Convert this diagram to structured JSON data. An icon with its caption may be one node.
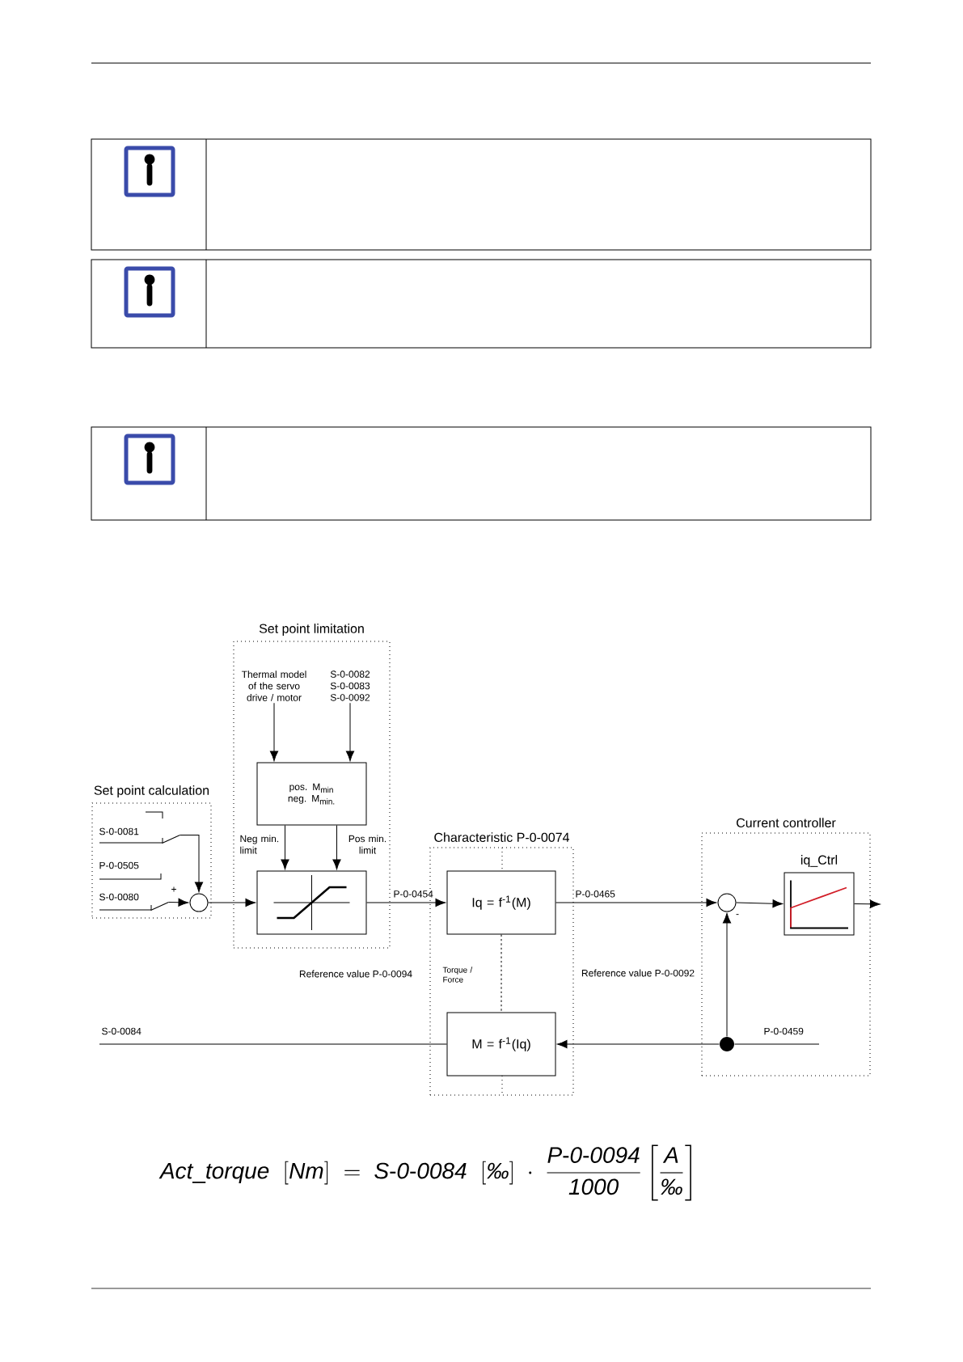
{
  "diagram": {
    "nodes": [
      {
        "text": [
          "Set point calculation"
        ]
      },
      {
        "text": [],
        "shape": "circle",
        "in": 0
      },
      {
        "text": [
          "Set point limitation"
        ]
      },
      {
        "text": [
          "Thermal model of the servo drive / motor"
        ],
        "in": 2
      },
      {
        "text": [
          "S-0-0082 S-0-0083 S-0-0092"
        ],
        "in": 2
      },
      {
        "text": [
          "pos. M$_{min}$ neg. M$_{min.}$"
        ],
        "in": 2
      },
      {
        "text": [],
        "shape": "box",
        "in": 2
      },
      {
        "text": [
          "Characteristic P-0-0074"
        ]
      },
      {
        "text": [
          "Iq = f$^{-1}$(M)"
        ],
        "in": 7
      },
      {
        "text": [
          "M = f$^{-1}$(Iq)"
        ],
        "in": 7
      },
      {
        "text": [
          "Current controller"
        ]
      },
      {
        "text": [],
        "shape": "circle",
        "in": 10
      },
      {
        "text": [
          "iq_Ctrl"
        ],
        "in": 10
      },
      {
        "text": [],
        "shape": "circle",
        "in": 10
      },
      {
        "text": [],
        "shape": "switch",
        "in": 0
      },
      {
        "text": [],
        "shape": "switch",
        "in": 0
      }
    ],
    "edges": [
      {
        "from": 14,
        "to": 1,
        "arrow": "to"
      },
      {
        "from": 15,
        "to": 1,
        "arrow": "to"
      },
      {
        "from": 1,
        "to": 6,
        "arrow": "to"
      },
      {
        "from": 3,
        "to": 5,
        "arrow": "to"
      },
      {
        "from": 4,
        "to": 5,
        "arrow": "to"
      },
      {
        "from": 5,
        "to": 6,
        "arrow": "to",
        "label": "Neg min. limit"
      },
      {
        "from": 5,
        "to": 6,
        "arrow": "to",
        "label": "Pos min. limit"
      },
      {
        "from": 6,
        "to": 8,
        "arrow": "to",
        "label": "P-0-0454"
      },
      {
        "from": 8,
        "to": 11,
        "arrow": "to",
        "label": "P-0-0465"
      },
      {
        "from": 8,
        "to": 9,
        "arrow": "none",
        "style": "dashed"
      },
      {
        "from": 11,
        "to": 12,
        "arrow": "to"
      },
      {
        "from": 12,
        "to": null,
        "arrow": "to"
      },
      {
        "from": 13,
        "to": 11,
        "arrow": "to"
      },
      {
        "from": 13,
        "to": 9,
        "arrow": "to"
      },
      {
        "from": null,
        "to": 13,
        "arrow": "none",
        "label": "P-0-0459"
      },
      {
        "from": 9,
        "to": null,
        "arrow": "none",
        "label": "S-0-0084"
      }
    ],
    "labels": [
      "S-0-0081",
      "P-0-0505",
      "S-0-0080",
      "+",
      "Reference value P-0-0094",
      "Torque / Force",
      "Reference value P-0-0092",
      "-",
      "\\mathit{Act\\_torque}\\;\\;[\\mathit{Nm}]\\;=\\;\\mathit{S\\text{-}0\\text{-}0084}\\;\\;[\\text{\\textit{\\textperthousand}}]\\;\\cdot\\;\\frac{\\mathit{P\\text{-}0\\text{-}0094}}{\\mathit{1000}}\\left[\\frac{\\mathit{A}}{\\text{\\textit{\\textperthousand}}}\\right]"
    ]
  }
}
